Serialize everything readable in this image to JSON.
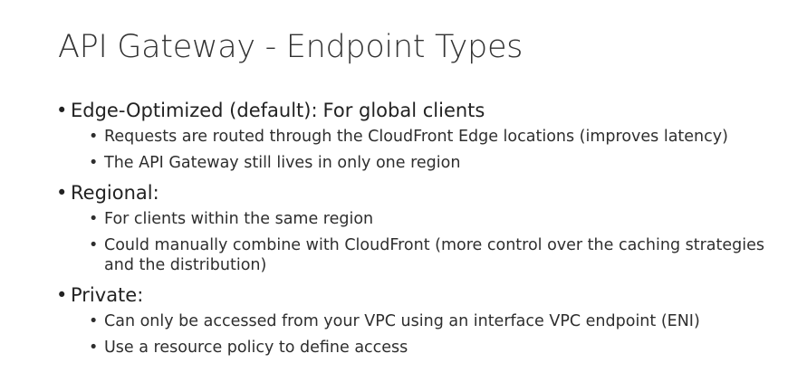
{
  "slide": {
    "title": "API Gateway - Endpoint Types",
    "bullets": [
      {
        "term": "Edge-Optimized (default):",
        "description": "For global clients",
        "sub": [
          "Requests are routed through the CloudFront Edge locations (improves latency)",
          "The API Gateway still lives in only one region"
        ]
      },
      {
        "term": "Regional:",
        "description": "",
        "sub": [
          "For clients within the same region",
          "Could manually combine with CloudFront (more control over the caching strategies and the distribution)"
        ]
      },
      {
        "term": "Private:",
        "description": "",
        "sub": [
          "Can only be accessed from your VPC using an interface VPC endpoint (ENI)",
          "Use a resource policy to define access"
        ]
      }
    ]
  }
}
